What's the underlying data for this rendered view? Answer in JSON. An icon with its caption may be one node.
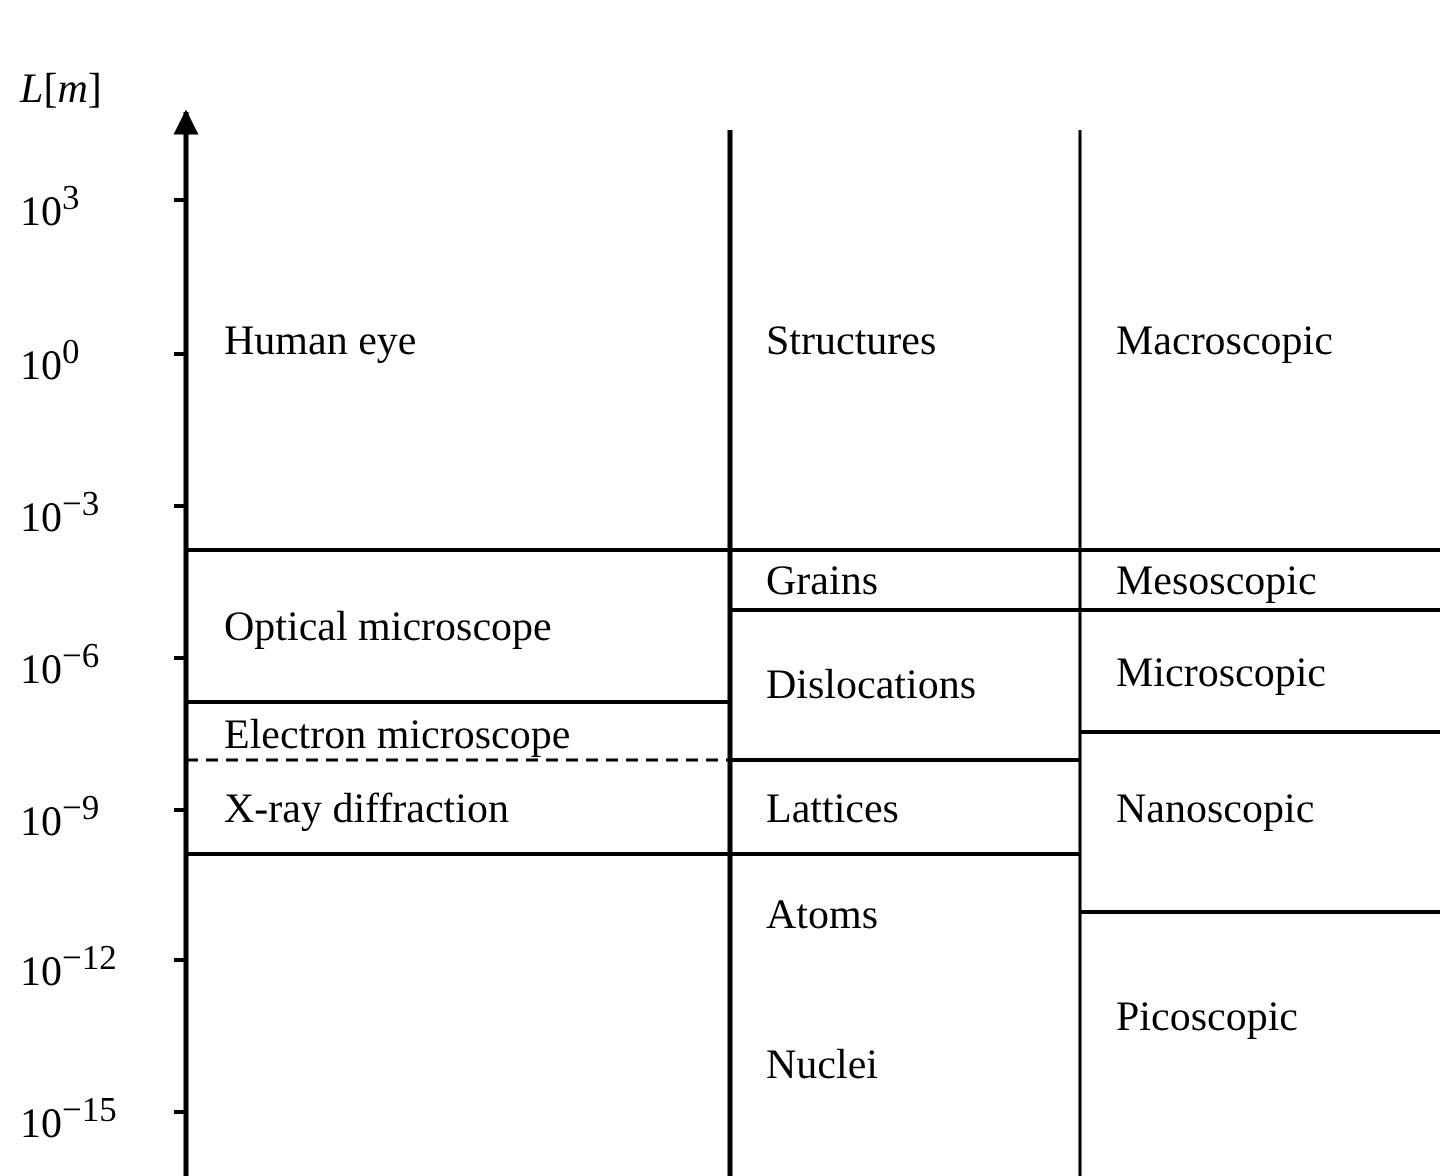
{
  "diagram": {
    "nodes": [
      {
        "text": [
          "Human eye"
        ]
      },
      {
        "text": [
          "Structures"
        ]
      },
      {
        "text": [
          "Macroscopic"
        ]
      },
      {
        "text": [
          "Grains"
        ]
      },
      {
        "text": [
          "Mesoscopic"
        ]
      },
      {
        "text": [
          "Optical microscope"
        ]
      },
      {
        "text": [
          "Dislocations"
        ]
      },
      {
        "text": [
          "Microscopic"
        ]
      },
      {
        "text": [
          "Electron microscope"
        ]
      },
      {
        "text": [
          "Nanoscopic"
        ]
      },
      {
        "text": [
          "X-ray diffraction"
        ]
      },
      {
        "text": [
          "Lattices"
        ]
      },
      {
        "text": [
          "Atoms",
          "Nuclei"
        ]
      },
      {
        "text": [
          "Picoscopic"
        ]
      }
    ],
    "edges": [],
    "labels": [
      "*L*[*m*]",
      "10$^{3}$",
      "10$^{0}$",
      "10$^{−3}$",
      "10$^{−6}$",
      "10$^{−9}$",
      "10$^{−12}$",
      "10$^{−15}$"
    ]
  }
}
